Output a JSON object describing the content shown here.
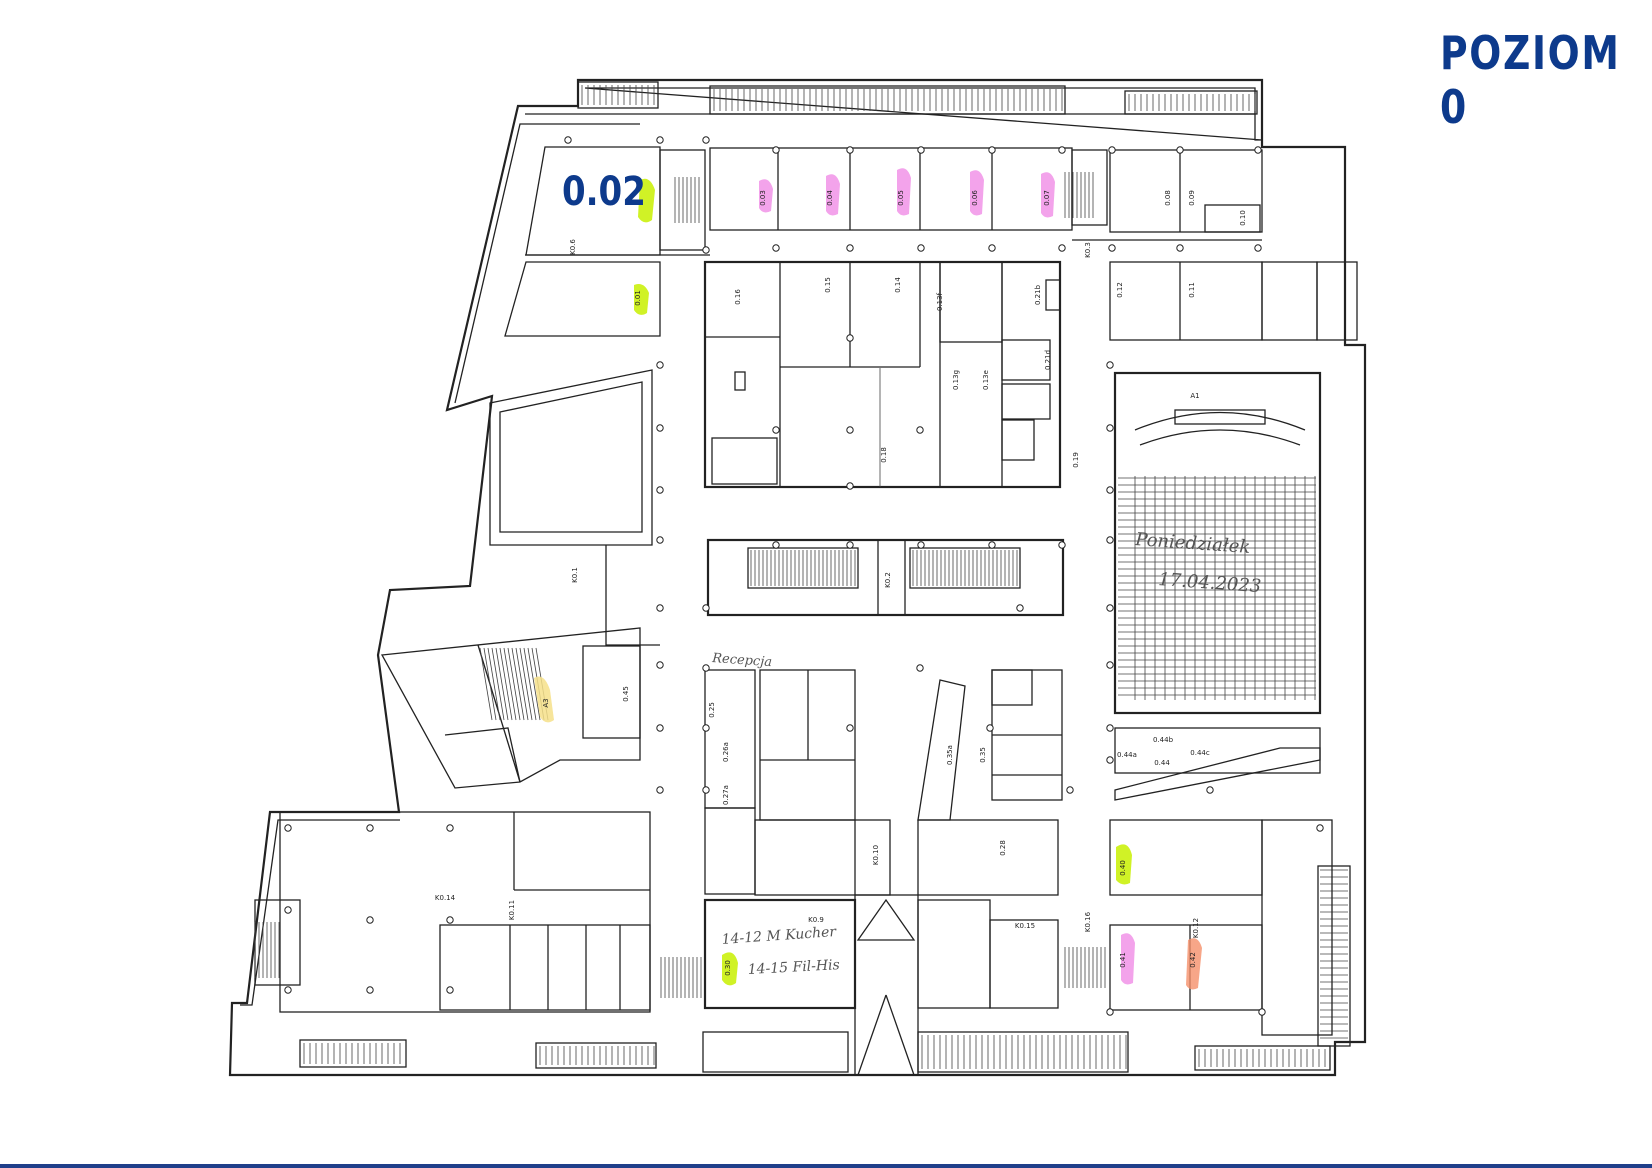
{
  "title": "POZIOM 0",
  "colors": {
    "title": "#0d3a8c",
    "green": "#c8f000",
    "pink": "#f08ce6",
    "yellow": "#f6e08a",
    "orange": "#f5906a",
    "room_label": "#0d3a8c"
  },
  "highlighted_room": "0.02",
  "handwritten": {
    "reception": "Recepcja",
    "room_note_1": "14-12 M Kucher",
    "room_note_2": "14-15 Fil-His",
    "auditorium_note_1": "Poniedziałek",
    "auditorium_note_2": "17.04.2023"
  },
  "rooms": [
    {
      "id": "r002",
      "label": "0.02",
      "mark": "green"
    },
    {
      "id": "r001",
      "label": "0.01",
      "mark": "green"
    },
    {
      "id": "r003",
      "label": "0.03",
      "mark": "pink"
    },
    {
      "id": "r004",
      "label": "0.04",
      "mark": "pink"
    },
    {
      "id": "r005",
      "label": "0.05",
      "mark": "pink"
    },
    {
      "id": "r006",
      "label": "0.06",
      "mark": "pink"
    },
    {
      "id": "r007",
      "label": "0.07",
      "mark": "pink"
    },
    {
      "id": "r008",
      "label": "0.08",
      "mark": ""
    },
    {
      "id": "r009",
      "label": "0.09",
      "mark": ""
    },
    {
      "id": "r010",
      "label": "0.10",
      "mark": ""
    },
    {
      "id": "r011",
      "label": "0.11",
      "mark": ""
    },
    {
      "id": "r012",
      "label": "0.12",
      "mark": ""
    },
    {
      "id": "r015",
      "label": "0.15",
      "mark": ""
    },
    {
      "id": "r014",
      "label": "0.14",
      "mark": ""
    },
    {
      "id": "r016",
      "label": "0.16",
      "mark": ""
    },
    {
      "id": "r018",
      "label": "0.18",
      "mark": ""
    },
    {
      "id": "r019",
      "label": "0.19",
      "mark": ""
    },
    {
      "id": "r021b",
      "label": "0.21b",
      "mark": ""
    },
    {
      "id": "r021d",
      "label": "0.21d",
      "mark": ""
    },
    {
      "id": "r013f",
      "label": "0.13f",
      "mark": ""
    },
    {
      "id": "r013g",
      "label": "0.13g",
      "mark": ""
    },
    {
      "id": "r013e",
      "label": "0.13e",
      "mark": ""
    },
    {
      "id": "ra1",
      "label": "A1",
      "mark": ""
    },
    {
      "id": "ra3",
      "label": "A3",
      "mark": "yellow"
    },
    {
      "id": "r045",
      "label": "0.45",
      "mark": ""
    },
    {
      "id": "r025",
      "label": "0.25",
      "mark": ""
    },
    {
      "id": "r026a",
      "label": "0.26a",
      "mark": ""
    },
    {
      "id": "r027a",
      "label": "0.27a",
      "mark": ""
    },
    {
      "id": "r035a",
      "label": "0.35a",
      "mark": ""
    },
    {
      "id": "r035",
      "label": "0.35",
      "mark": ""
    },
    {
      "id": "r044",
      "label": "0.44",
      "mark": ""
    },
    {
      "id": "r044a",
      "label": "0.44a",
      "mark": ""
    },
    {
      "id": "r044b",
      "label": "0.44b",
      "mark": ""
    },
    {
      "id": "r044c",
      "label": "0.44c",
      "mark": ""
    },
    {
      "id": "r040",
      "label": "0.40",
      "mark": "green"
    },
    {
      "id": "r041",
      "label": "0.41",
      "mark": "pink"
    },
    {
      "id": "r042",
      "label": "0.42",
      "mark": "orange"
    },
    {
      "id": "r030",
      "label": "0.30",
      "mark": "green"
    },
    {
      "id": "r028",
      "label": "0.28",
      "mark": ""
    }
  ],
  "corridors": [
    "K0.6",
    "K0.1",
    "K0.2",
    "K0.10",
    "K0.9",
    "K0.11",
    "K0.14",
    "K0.15",
    "K0.16",
    "K0.12",
    "K0.3"
  ]
}
